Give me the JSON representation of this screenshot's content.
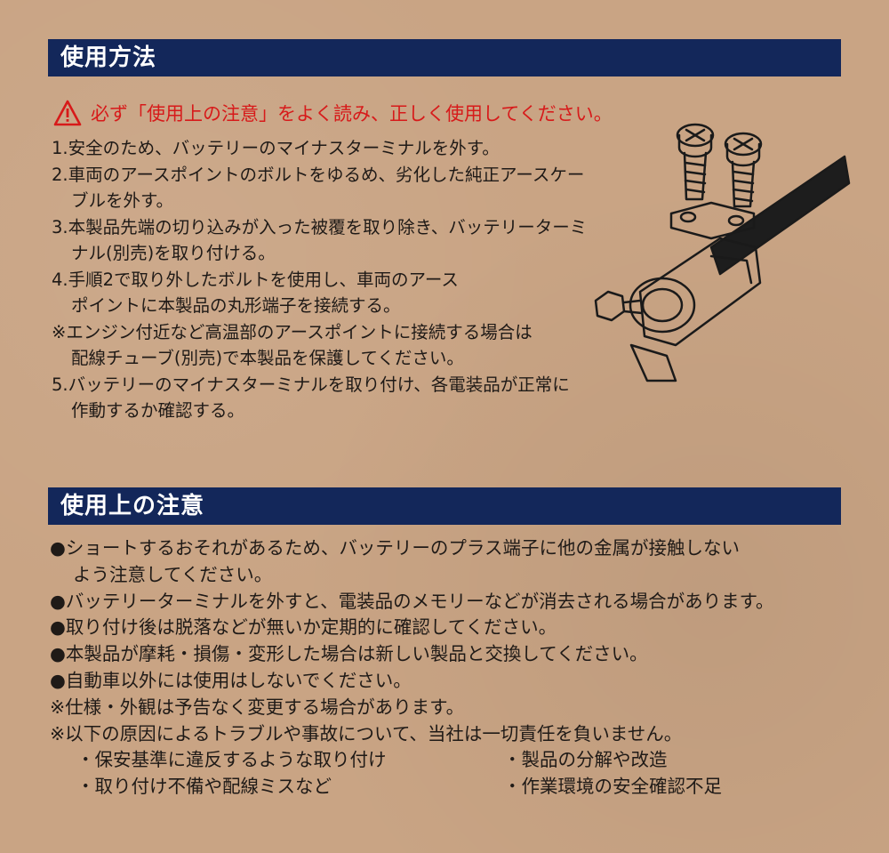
{
  "section1": {
    "title": "使用方法",
    "warning": "必ず「使用上の注意」をよく読み、正しく使用してください。",
    "steps": [
      "1.安全のため、バッテリーのマイナスターミナルを外す。",
      "2.車両のアースポイントのボルトをゆるめ、劣化した純正アースケー",
      "ブルを外す。",
      "3.本製品先端の切り込みが入った被覆を取り除き、バッテリーターミ",
      "ナル(別売)を取り付ける。",
      "4.手順2で取り外したボルトを使用し、車両のアース",
      "ポイントに本製品の丸形端子を接続する。",
      "※エンジン付近など高温部のアースポイントに接続する場合は",
      "配線チューブ(別売)で本製品を保護してください。",
      "5.バッテリーのマイナスターミナルを取り付け、各電装品が正常に",
      "作動するか確認する。"
    ]
  },
  "section2": {
    "title": "使用上の注意",
    "items": [
      "●ショートするおそれがあるため、バッテリーのプラス端子に他の金属が接触しない",
      "よう注意してください。",
      "●バッテリーターミナルを外すと、電装品のメモリーなどが消去される場合があります。",
      "●取り付け後は脱落などが無いか定期的に確認してください。",
      "●本製品が摩耗・損傷・変形した場合は新しい製品と交換してください。",
      "●自動車以外には使用はしないでください。",
      "※仕様・外観は予告なく変更する場合があります。",
      "※以下の原因によるトラブルや事故について、当社は一切責任を負いません。"
    ],
    "sub": [
      "・保安基準に違反するような取り付け",
      "・製品の分解や改造",
      "・取り付け不備や配線ミスなど",
      "・作業環境の安全確認不足"
    ]
  },
  "colors": {
    "header_bg": "#13275a",
    "warning": "#d71a1a",
    "background": "#c9a484"
  },
  "icons": {
    "warning": "warning-triangle-icon",
    "illustration": "battery-terminal-illustration"
  }
}
